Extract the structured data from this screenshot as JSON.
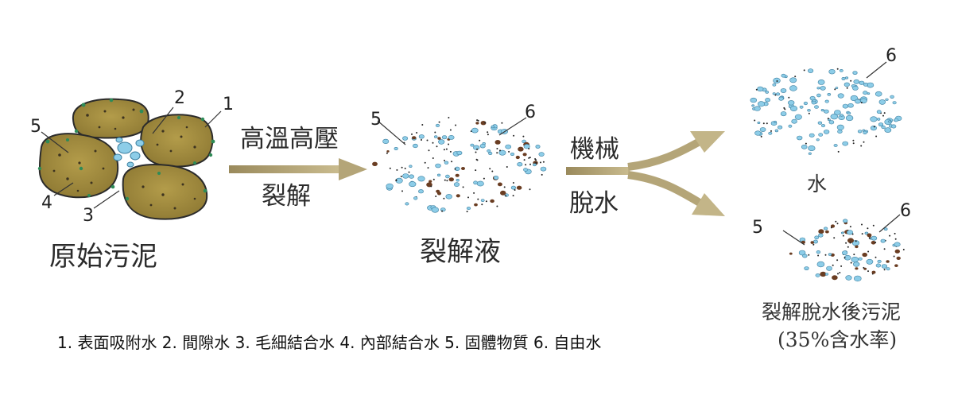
{
  "labels": {
    "raw_sludge": "原始污泥",
    "process1_top": "高溫高壓",
    "process1_bottom": "裂解",
    "lysate": "裂解液",
    "process2_top": "機械",
    "process2_bottom": "脫水",
    "water": "水",
    "dewatered_sludge": "裂解脫水後污泥",
    "moisture_note": "(35%含水率)"
  },
  "markers": {
    "m1": "1",
    "m2": "2",
    "m3": "3",
    "m4": "4",
    "m5": "5",
    "m6": "6"
  },
  "legend": "1. 表面吸附水  2. 間隙水  3. 毛細結合水  4. 內部結合水  5. 固體物質  6. 自由水",
  "colors": {
    "granule_fill": "#a69040",
    "granule_stroke": "#2b2b2b",
    "water_droplet": "#8dcde8",
    "droplet_stroke": "#3c7fa0",
    "solid_particle": "#6a3d22",
    "arrow": "#b4a578",
    "surface_water": "#2e8b57"
  }
}
